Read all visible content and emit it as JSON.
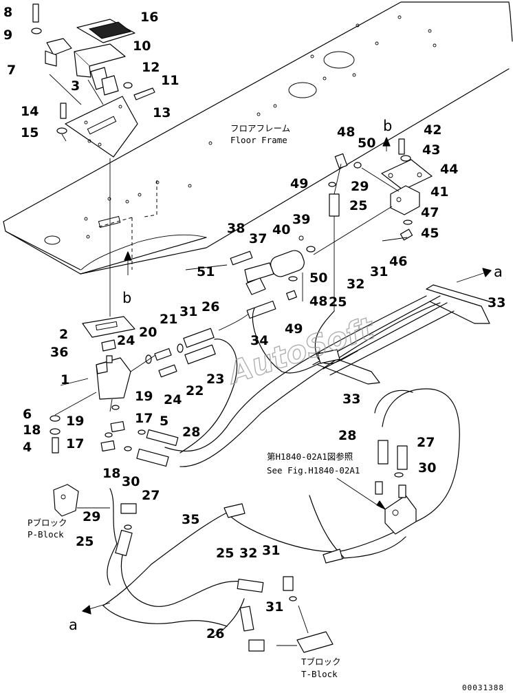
{
  "labels": {
    "floor_frame_jp": "フロアフレーム",
    "floor_frame_en": "Floor Frame",
    "see_fig_jp": "第H1840-02A1図参照",
    "see_fig_en": "See Fig.H1840-02A1",
    "p_block_jp": "Pブロック",
    "p_block_en": "P-Block",
    "t_block_jp": "Tブロック",
    "t_block_en": "T-Block"
  },
  "arrows": {
    "a": "a",
    "b": "b"
  },
  "watermark": "AutoSoft",
  "doc_number": "00031388",
  "callouts": [
    "8",
    "9",
    "7",
    "16",
    "10",
    "3",
    "12",
    "11",
    "14",
    "15",
    "13",
    "48",
    "50",
    "42",
    "43",
    "44",
    "49",
    "29",
    "41",
    "25",
    "47",
    "45",
    "39",
    "38",
    "37",
    "40",
    "46",
    "51",
    "31",
    "32",
    "50",
    "48",
    "25",
    "a",
    "49",
    "33",
    "2",
    "26",
    "31",
    "24",
    "21",
    "20",
    "36",
    "34",
    "1",
    "22",
    "23",
    "24",
    "33",
    "6",
    "19",
    "19",
    "17",
    "18",
    "5",
    "28",
    "4",
    "17",
    "18",
    "30",
    "27",
    "28",
    "27",
    "30",
    "35",
    "29",
    "25",
    "25",
    "32",
    "31",
    "31",
    "26",
    "a"
  ]
}
